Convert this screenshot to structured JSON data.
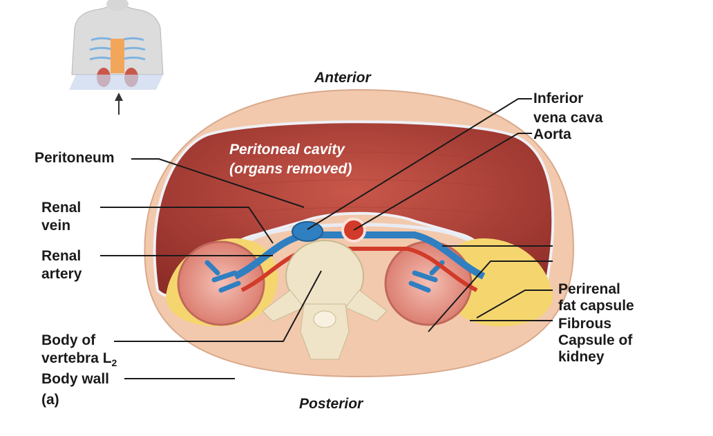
{
  "orientation": {
    "top": "Anterior",
    "bottom": "Posterior"
  },
  "cavity_label": {
    "line1": "Peritoneal cavity",
    "line2": "(organs removed)"
  },
  "labels_left": {
    "peritoneum": "Peritoneum",
    "renal_vein_1": "Renal",
    "renal_vein_2": "vein",
    "renal_artery_1": "Renal",
    "renal_artery_2": "artery",
    "body_of": "Body of",
    "vertebra": "vertebra L",
    "vertebra_sub": "2",
    "body_wall": "Body wall",
    "panel": "(a)"
  },
  "labels_right": {
    "ivc_1": "Inferior",
    "ivc_2": "vena cava",
    "aorta": "Aorta",
    "perirenal_1": "Perirenal",
    "perirenal_2": "fat capsule",
    "fibrous_1": "Fibrous",
    "fibrous_2": "Capsule of",
    "fibrous_3": "kidney"
  },
  "colors": {
    "body_wall": "#f2c9ad",
    "muscle": "#b8473d",
    "kidney": "#e89a8c",
    "fat": "#f5d66e",
    "vein": "#2f7fc1",
    "artery": "#d23a2a",
    "bone": "#efe4c8"
  }
}
